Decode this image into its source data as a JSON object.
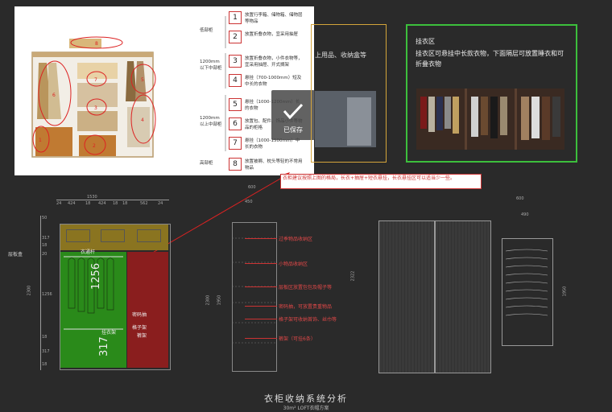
{
  "reference": {
    "top_label": "低部柜",
    "mid_label_a": "1200mm\n以下中部柜",
    "mid_label_b": "1200mm\n以上中部柜",
    "high_label": "高部柜",
    "items": [
      {
        "num": "1",
        "text": "放置行李箱、储物箱、储物层等物品"
      },
      {
        "num": "2",
        "text": "放置折叠衣物，宜采用抽屉"
      },
      {
        "num": "3",
        "text": "放置折叠衣物，小件衣物等，宜采用抽屉、开式搁架"
      },
      {
        "num": "4",
        "text": "悬挂（700-1000mm）短及中长的衣物"
      },
      {
        "num": "5",
        "text": "悬挂（1000-1200mm）长的衣物"
      },
      {
        "num": "6",
        "text": "放置包、配件、饰品小件等物品的柜格"
      },
      {
        "num": "7",
        "text": "悬挂（1000-1500mm）中长的衣物"
      },
      {
        "num": "8",
        "text": "放置被褥、枕头等轻的不常用物品"
      }
    ],
    "markers": [
      "8",
      "6",
      "7",
      "5",
      "3",
      "4",
      "1",
      "2"
    ]
  },
  "saved": {
    "label": "已保存"
  },
  "gold_panel": {
    "text": "上用品、收纳盒等"
  },
  "green_panel": {
    "title": "挂衣区",
    "text": "挂衣区可悬挂中长款衣物，下面隔层可放置睡衣和可折叠衣物"
  },
  "note": {
    "text": "衣柜建议按照上图的格局，长衣+抽屉+短衣悬挂，长衣悬挂区可以适当少一些。"
  },
  "elevation": {
    "width_total": "1530",
    "widths": [
      "24",
      "424",
      "18",
      "424",
      "18",
      "18",
      "562",
      "24"
    ],
    "left_heights": [
      "50",
      "317",
      "18",
      "20",
      "1256",
      "18",
      "317",
      "18"
    ],
    "total_height": "2300",
    "left_tag": "层板盒",
    "label_rod": "衣通杆",
    "label_1256": "1256",
    "label_317": "317",
    "label_pants": "裤架",
    "label_drawer": "密码抽",
    "label_shelf": "格子架",
    "label_hanger": "挂衣架",
    "colors": {
      "top": "#8a7420",
      "green": "#2a8a1a",
      "red": "#8a1e1e"
    }
  },
  "side": {
    "depth_top": "600",
    "depth_inner": "450",
    "height": "2300",
    "inner_height": "1950",
    "annotations": [
      "过季物品收纳区",
      "小物品收纳区",
      "层板区放置包包及帽子等",
      "密码抽，可放置贵重物品",
      "格子架可收纳首饰、丝巾等",
      "裤架（可挂6条）"
    ]
  },
  "front": {
    "height": "2322"
  },
  "right": {
    "depth": "600",
    "inner": "490",
    "height": "1950"
  },
  "footer": {
    "title": "衣柜收纳系统分析",
    "subtitle": "30m² LOFT衣帽方案"
  }
}
